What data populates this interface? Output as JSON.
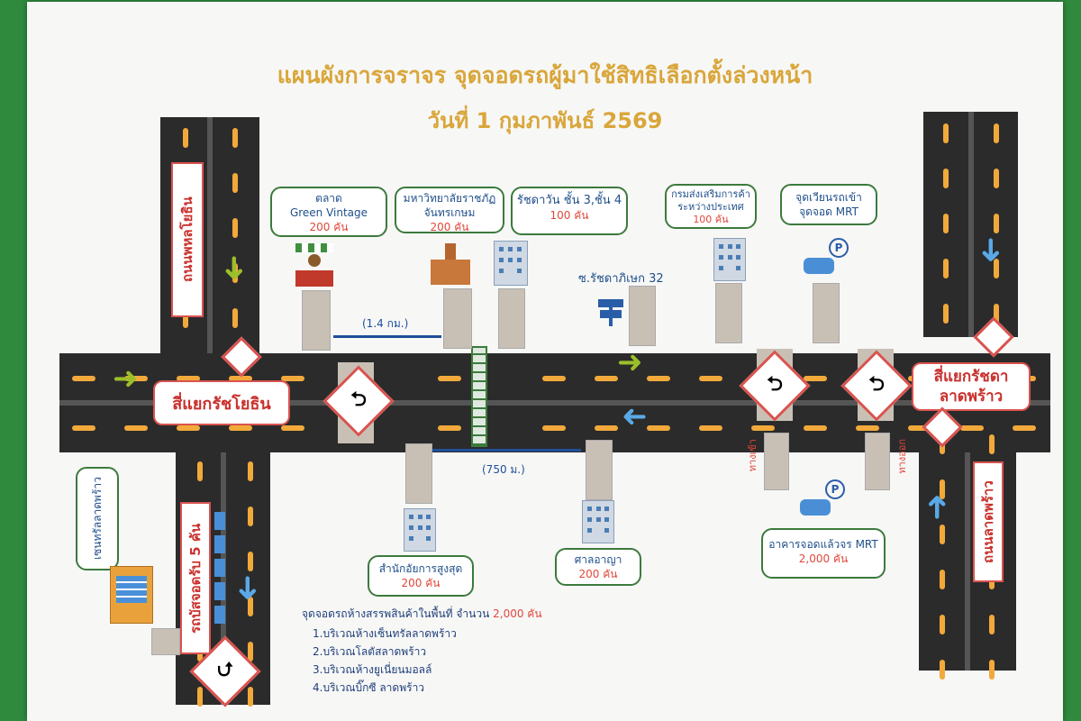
{
  "title_line1": "แผนผังการจราจร จุดจอดรถผู้มาใช้สิทธิเลือกตั้งล่วงหน้า",
  "title_line2": "วันที่ 1 กุมภาพันธ์ 2569",
  "roads": {
    "left_top": "ถนนพหลโยธิน",
    "left_bottom": "รถบัสจอดรับ 5 คัน",
    "right_bottom": "ถนนลาดพร้าว",
    "soi": "ซ.รัชดาภิเษก 32"
  },
  "junctions": {
    "left": "สี่แยกรัชโยธิน",
    "right_line1": "สี่แยกรัชดา",
    "right_line2": "ลาดพร้าว"
  },
  "distances": {
    "top": "(1.4 กม.)",
    "bottom": "(750 ม.)"
  },
  "entry_labels": {
    "in": "ทางเข้า",
    "out": "ทางออก"
  },
  "mall_label": "เซนทรัลลาดพร้าว",
  "places": [
    {
      "name1": "ตลาด",
      "name2": "Green Vintage",
      "count": "200 คัน"
    },
    {
      "name1": "มหาวิทยาลัยราชภัฏ",
      "name2": "จันทรเกษม",
      "count": "200 คัน"
    },
    {
      "name1": "รัชดาวัน ชั้น 3,ชั้น 4",
      "name2": "",
      "count": "100 คัน"
    },
    {
      "name1": "กรมส่งเสริมการค้า",
      "name2": "ระหว่างประเทศ",
      "count": "100 คัน"
    },
    {
      "name1": "จุดเวียนรถเข้า",
      "name2": "จุดจอด MRT",
      "count": ""
    },
    {
      "name1": "สำนักอัยการสูงสุด",
      "name2": "",
      "count": "200 คัน"
    },
    {
      "name1": "ศาลอาญา",
      "name2": "",
      "count": "200 คัน"
    },
    {
      "name1": "อาคารจอดแล้วจร MRT",
      "name2": "",
      "count": "2,000 คัน"
    }
  ],
  "legend": {
    "heading": "จุดจอดรถห้างสรรพสินค้าในพื้นที่ จำนวน",
    "heading_count": "2,000 คัน",
    "items": [
      "1.บริเวณห้างเซ็นทรัลลาดพร้าว",
      "2.บริเวณโลตัสลาดพร้าว",
      "3.บริเวณห้างยูเนี่ยนมอลล์",
      "4.บริเวณบิ๊กซี ลาดพร้าว"
    ]
  },
  "colors": {
    "board_bg": "#2f8a3e",
    "title": "#d9a63a",
    "road": "#2b2b2b",
    "dash": "#f2a93b",
    "label_red": "#d9534f",
    "text_blue": "#1f4f8a",
    "arrow_green": "#9bbf2a",
    "arrow_blue": "#5aa9e6"
  }
}
